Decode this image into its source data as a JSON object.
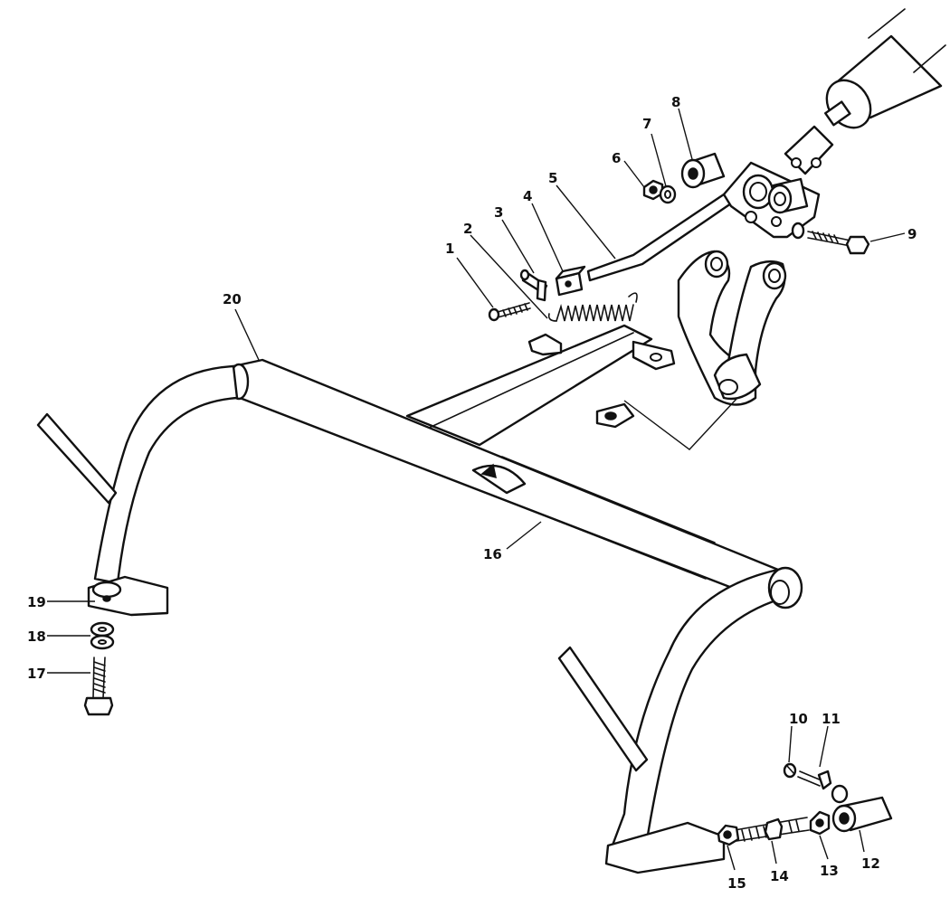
{
  "callouts": {
    "c1": "1",
    "c2": "2",
    "c3": "3",
    "c4": "4",
    "c5": "5",
    "c6": "6",
    "c7": "7",
    "c8": "8",
    "c9": "9",
    "c10": "10",
    "c11": "11",
    "c12": "12",
    "c13": "13",
    "c14": "14",
    "c15": "15",
    "c16": "16",
    "c17": "17",
    "c18": "18",
    "c19": "19",
    "c20": "20"
  },
  "colors": {
    "ink": "#111111",
    "paper": "#ffffff"
  },
  "icons": {
    "warning-decal": "triangle"
  }
}
